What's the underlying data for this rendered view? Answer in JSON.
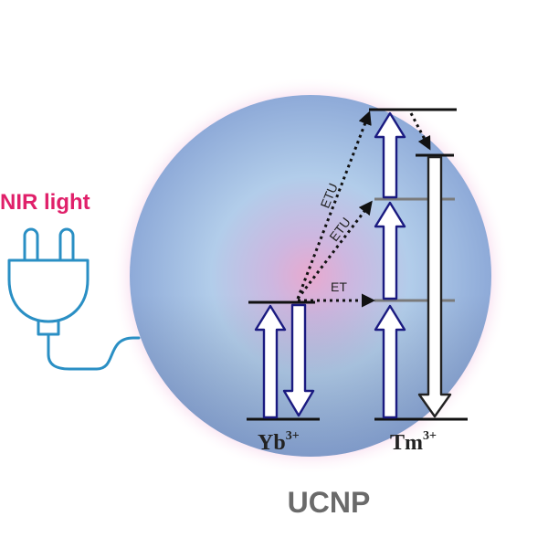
{
  "labels": {
    "nir_light": "NIR light",
    "yb": "Yb",
    "yb_charge": "3+",
    "tm": "Tm",
    "tm_charge": "3+",
    "ucnp": "UCNP",
    "et": "ET",
    "etu_upper": "ETU",
    "etu_lower": "ETU"
  },
  "colors": {
    "nir_label": "#e0206a",
    "plug_stroke": "#2a8fc4",
    "sphere_core": "#e6a8d0",
    "sphere_mid": "#b3cdea",
    "sphere_edge": "#8aa9d6",
    "arrow_outline": "#1a1a80",
    "text_dark": "#222222",
    "ucnp_text": "#6a6a6a"
  },
  "icons": {
    "power_source": "electric-plug-icon"
  }
}
